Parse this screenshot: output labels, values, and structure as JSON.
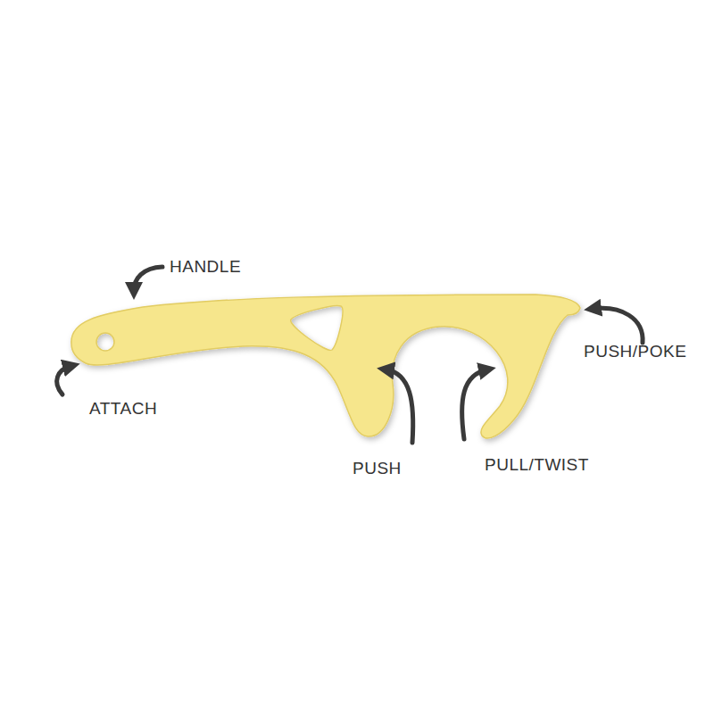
{
  "diagram": {
    "labels": [
      "HANDLE",
      "PUSH/POKE",
      "ATTACH",
      "PUSH",
      "PULL/TWIST"
    ]
  }
}
